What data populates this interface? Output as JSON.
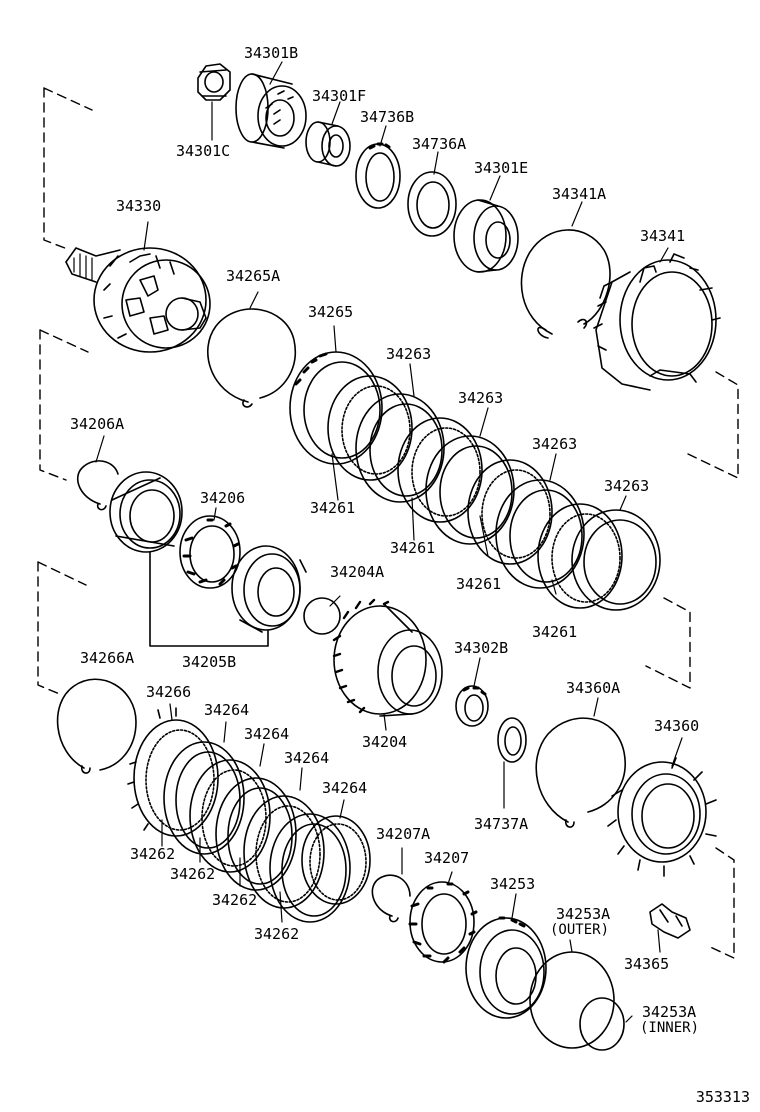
{
  "diagram": {
    "reference_number": "353313",
    "ink_color": "#000000",
    "background_color": "#ffffff",
    "parts": [
      {
        "id": "p34301B",
        "label": "34301B"
      },
      {
        "id": "p34301F",
        "label": "34301F"
      },
      {
        "id": "p34301C",
        "label": "34301C"
      },
      {
        "id": "p34736B",
        "label": "34736B"
      },
      {
        "id": "p34736A",
        "label": "34736A"
      },
      {
        "id": "p34301E",
        "label": "34301E"
      },
      {
        "id": "p34341A",
        "label": "34341A"
      },
      {
        "id": "p34330",
        "label": "34330"
      },
      {
        "id": "p34341",
        "label": "34341"
      },
      {
        "id": "p34265A",
        "label": "34265A"
      },
      {
        "id": "p34265",
        "label": "34265"
      },
      {
        "id": "p34263a",
        "label": "34263"
      },
      {
        "id": "p34263b",
        "label": "34263"
      },
      {
        "id": "p34263c",
        "label": "34263"
      },
      {
        "id": "p34263d",
        "label": "34263"
      },
      {
        "id": "p34206A",
        "label": "34206A"
      },
      {
        "id": "p34206",
        "label": "34206"
      },
      {
        "id": "p34261a",
        "label": "34261"
      },
      {
        "id": "p34261b",
        "label": "34261"
      },
      {
        "id": "p34261c",
        "label": "34261"
      },
      {
        "id": "p34261d",
        "label": "34261"
      },
      {
        "id": "p34204A",
        "label": "34204A"
      },
      {
        "id": "p34205B",
        "label": "34205B"
      },
      {
        "id": "p34266A",
        "label": "34266A"
      },
      {
        "id": "p34302B",
        "label": "34302B"
      },
      {
        "id": "p34266",
        "label": "34266"
      },
      {
        "id": "p34264a",
        "label": "34264"
      },
      {
        "id": "p34264b",
        "label": "34264"
      },
      {
        "id": "p34264c",
        "label": "34264"
      },
      {
        "id": "p34264d",
        "label": "34264"
      },
      {
        "id": "p34360A",
        "label": "34360A"
      },
      {
        "id": "p34360",
        "label": "34360"
      },
      {
        "id": "p34204",
        "label": "34204"
      },
      {
        "id": "p34737A",
        "label": "34737A"
      },
      {
        "id": "p34262a",
        "label": "34262"
      },
      {
        "id": "p34262b",
        "label": "34262"
      },
      {
        "id": "p34262c",
        "label": "34262"
      },
      {
        "id": "p34262d",
        "label": "34262"
      },
      {
        "id": "p34207A",
        "label": "34207A"
      },
      {
        "id": "p34207",
        "label": "34207"
      },
      {
        "id": "p34253",
        "label": "34253"
      },
      {
        "id": "p34253A_outer",
        "label": "34253A",
        "note": "(OUTER)"
      },
      {
        "id": "p34365",
        "label": "34365"
      },
      {
        "id": "p34253A_inner",
        "label": "34253A",
        "note": "(INNER)"
      }
    ]
  }
}
